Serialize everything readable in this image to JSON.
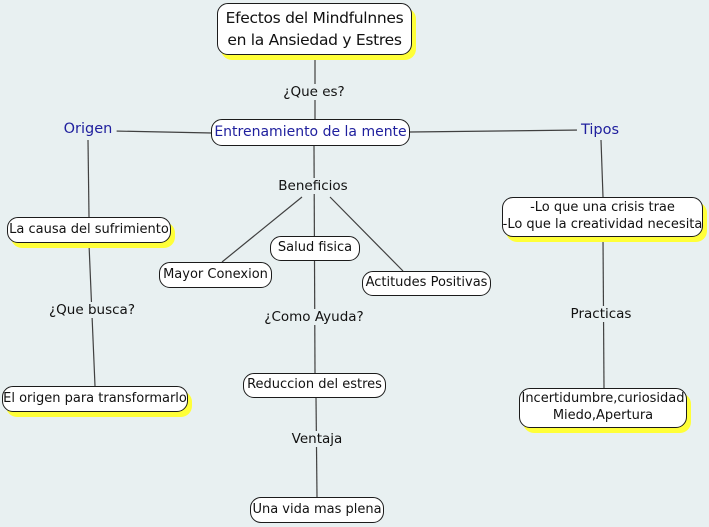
{
  "map": {
    "title_box": {
      "line1": "Efectos del Mindfulnnes",
      "line2": "en la Ansiedad y Estres"
    },
    "root_node": "Entrenamiento de la mente",
    "links": {
      "que_es": "¿Que es?",
      "origen": "Origen",
      "tipos": "Tipos",
      "beneficios": "Beneficios",
      "que_busca": "¿Que busca?",
      "como_ayuda": "¿Como Ayuda?",
      "practicas": "Practicas",
      "ventaja": "Ventaja"
    },
    "nodes": {
      "causa": "La causa del sufrimiento",
      "salud": "Salud fisica",
      "conexion": "Mayor Conexion",
      "actitudes": "Actitudes Positivas",
      "crisis": {
        "line1": "-Lo que una crisis trae",
        "line2": "-Lo que la creatividad necesita"
      },
      "origen_transformar": "El origen para transformarlo",
      "reduccion": "Reduccion del estres",
      "incertidumbre": {
        "line1": "Incertidumbre,curiosidad",
        "line2": "Miedo,Apertura"
      },
      "vida_plena": "Una vida mas plena"
    },
    "colors": {
      "background": "#e8f0f1",
      "node_fill": "#ffffff",
      "node_border": "#1b1b1b",
      "highlight_shadow": "#ffff38",
      "link_text_blue": "#20209e",
      "text": "#111111",
      "connector": "#404040"
    }
  }
}
